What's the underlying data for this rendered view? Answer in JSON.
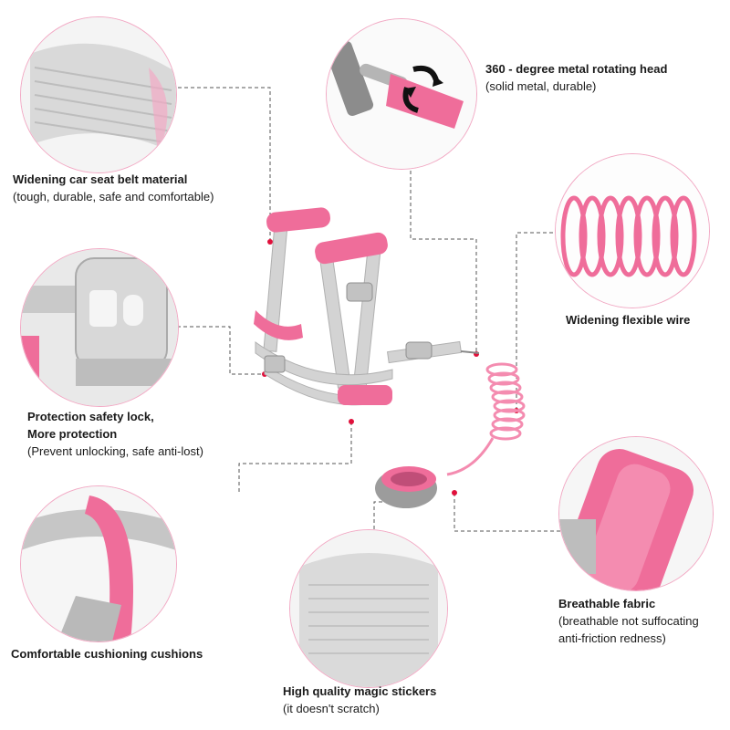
{
  "features": [
    {
      "id": "belt",
      "title": "Widening car seat belt material",
      "desc": "(tough, durable, safe and comfortable)"
    },
    {
      "id": "head",
      "title": "360 - degree metal rotating head",
      "desc": "(solid metal, durable)"
    },
    {
      "id": "wire",
      "title": "Widening flexible wire",
      "desc": ""
    },
    {
      "id": "lock",
      "title": "Protection safety lock,",
      "title2": "More protection",
      "desc": "(Prevent unlocking, safe anti-lost)"
    },
    {
      "id": "fabric",
      "title": "Breathable fabric",
      "desc": "(breathable not suffocating",
      "desc2": "anti-friction redness)"
    },
    {
      "id": "cushion",
      "title": "Comfortable cushioning cushions",
      "desc": ""
    },
    {
      "id": "velcro",
      "title": "High quality magic stickers",
      "desc": "(it doesn't scratch)"
    }
  ],
  "colors": {
    "pink": "#ef6d9a",
    "pink_light": "#f6a9c3",
    "grey": "#cfcfcf",
    "grey_dark": "#9c9c9c",
    "dot": "#e0103b",
    "dash": "#555555"
  }
}
